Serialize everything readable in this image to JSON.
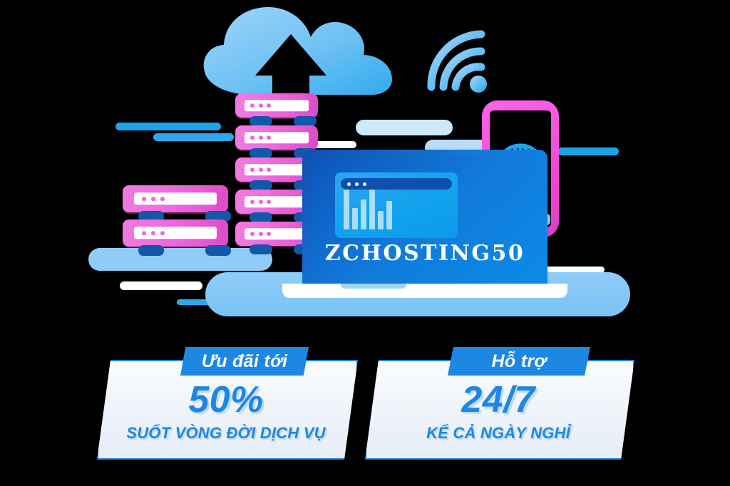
{
  "brand": {
    "laptop_screen_text": "ZCHOSTING50"
  },
  "colors": {
    "accent_blue": "#1d87e4",
    "deep_blue": "#0f4fb0",
    "sky_blue": "#8fcdf8",
    "pink": "#f05ce0",
    "magenta": "#e03cc8",
    "navy_foot": "#1257a8",
    "white": "#ffffff"
  },
  "cards": [
    {
      "tab_label": "Ưu đãi tới",
      "headline": "50%",
      "subline": "SUỐT VÒNG ĐỜI DỊCH VỤ"
    },
    {
      "tab_label": "Hỗ trợ",
      "headline": "24/7",
      "subline": "KỂ CẢ NGÀY NGHỈ"
    }
  ],
  "icons": {
    "cloud": "cloud-upload-icon",
    "wifi": "wifi-icon",
    "globe": "globe-icon",
    "server": "server-rack-icon",
    "laptop": "laptop-icon",
    "phone": "smartphone-icon",
    "chart": "bar-chart-icon"
  },
  "browser_window": {
    "dots": 3,
    "bar_heights": [
      56,
      30,
      42,
      56,
      26,
      40
    ]
  },
  "server_racks": {
    "dots_per_rack": 3,
    "tall_column_count": 5,
    "short_column_count": 2
  }
}
